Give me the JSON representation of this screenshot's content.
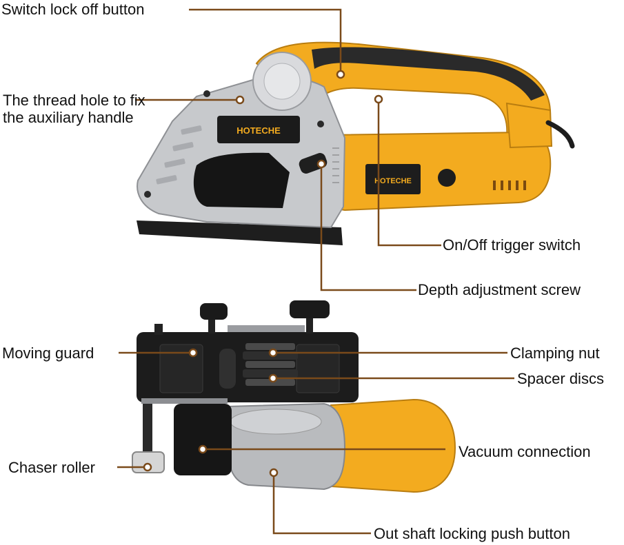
{
  "brand": {
    "logo_text": "HOTECHE",
    "colors": {
      "body_yellow": "#f3ab1f",
      "body_dark": "#1f1f1f",
      "guard_gray": "#c7c9cc",
      "leader_line": "#7a4a1a",
      "leader_dot": "#ffffff"
    }
  },
  "callouts": {
    "switch_lock": "Switch lock off button",
    "thread_hole": "The thread hole to fix the auxiliary handle",
    "trigger": "On/Off trigger switch",
    "depth_screw": "Depth adjustment screw",
    "moving_guard": "Moving guard",
    "clamping_nut": "Clamping nut",
    "spacer_discs": "Spacer discs",
    "vacuum": "Vacuum connection",
    "chaser_roller": "Chaser roller",
    "shaft_lock": "Out shaft locking push button"
  }
}
